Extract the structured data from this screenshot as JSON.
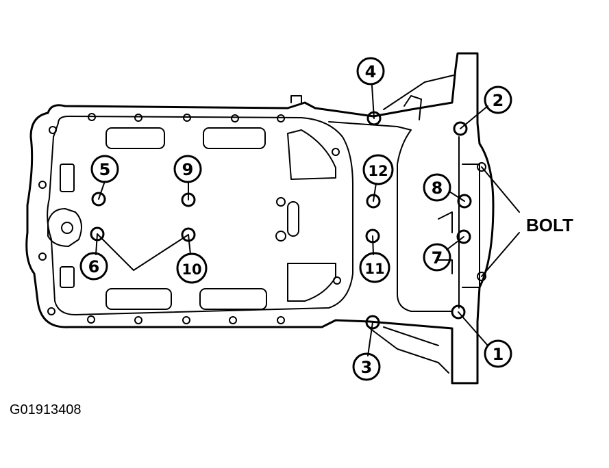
{
  "figure_id": "G01913408",
  "bolt_label": "BOLT",
  "callouts": [
    {
      "id": "1",
      "label": "1"
    },
    {
      "id": "2",
      "label": "2"
    },
    {
      "id": "3",
      "label": "3"
    },
    {
      "id": "4",
      "label": "4"
    },
    {
      "id": "5",
      "label": "5"
    },
    {
      "id": "6",
      "label": "6"
    },
    {
      "id": "7",
      "label": "7"
    },
    {
      "id": "8",
      "label": "8"
    },
    {
      "id": "9",
      "label": "9"
    },
    {
      "id": "10",
      "label": "10"
    },
    {
      "id": "11",
      "label": "11"
    },
    {
      "id": "12",
      "label": "12"
    }
  ]
}
